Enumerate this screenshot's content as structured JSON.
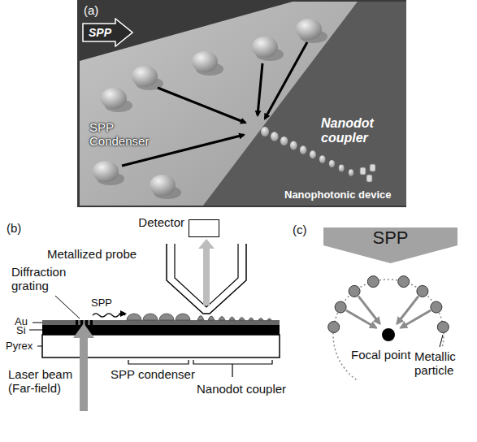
{
  "diagram": {
    "nodes": [
      {
        "text": [
          "SPP"
        ]
      },
      {
        "text": [
          "Detector"
        ]
      },
      {
        "text": [
          "SPP"
        ]
      }
    ],
    "labels": [
      "(a)",
      "SPP Condenser",
      "Nanodot coupler",
      "Nanophotonic device",
      "(b)",
      "Metallized probe",
      "Diffraction grating",
      "SPP",
      "Au",
      "Si",
      "Pyrex",
      "Laser beam (Far-field)",
      "SPP condenser",
      "Nanodot coupler",
      "(c)",
      "Focal point",
      "Metallic particle"
    ]
  }
}
